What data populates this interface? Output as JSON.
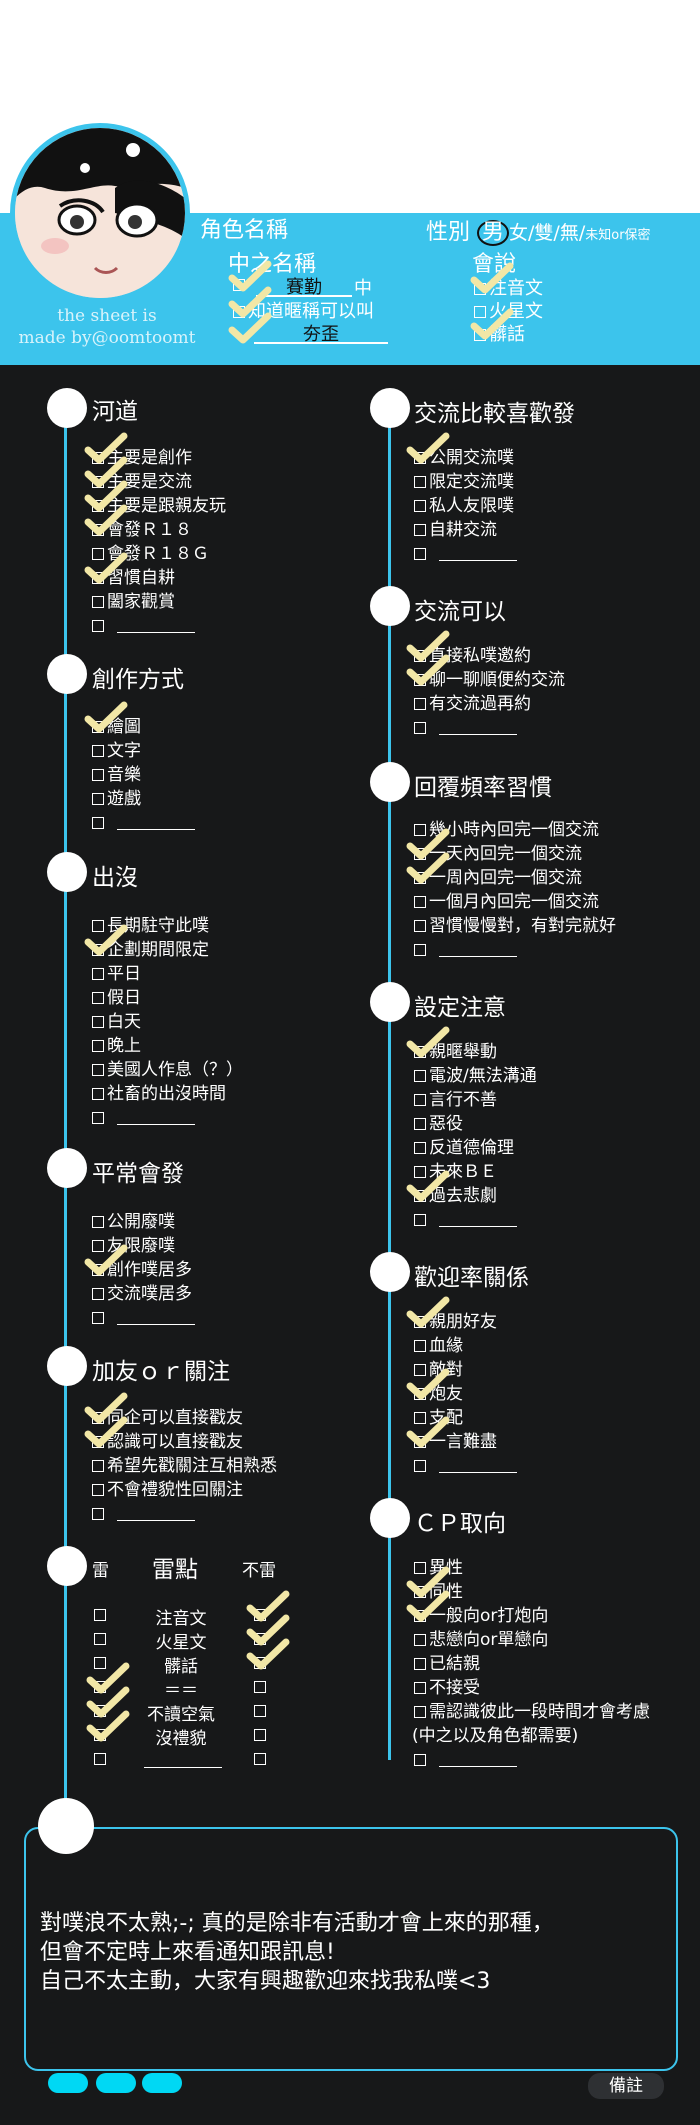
{
  "header": {
    "name_label": "角色名稱",
    "nickname_label": "中之名稱",
    "nickname_value": "賽勤",
    "nickname_suffix": "中",
    "ok_know_label": "知道暱稱可以叫",
    "ok_know_value": "夯歪",
    "gender_label": "性別",
    "gender_male": "男",
    "gender_rest": "女/雙/無/",
    "gender_unknown": "未知or保密",
    "speak_label": "會說",
    "speak_opts": [
      "注音文",
      "火星文",
      "髒話"
    ],
    "credit_1": "the sheet is",
    "credit_2": "made by@oomtoomt"
  },
  "sections": {
    "hedao": {
      "title": "河道",
      "opts": [
        "主要是創作",
        "主要是交流",
        "主要是跟親友玩",
        "會發Ｒ１８",
        "會發Ｒ１８Ｇ",
        "習慣自耕",
        "闔家觀賞"
      ]
    },
    "create": {
      "title": "創作方式",
      "opts": [
        "繪圖",
        "文字",
        "音樂",
        "遊戲"
      ]
    },
    "appear": {
      "title": "出沒",
      "opts": [
        "長期駐守此噗",
        "企劃期間限定",
        "平日",
        "假日",
        "白天",
        "晚上",
        "美國人作息（？）",
        "社畜的出沒時間"
      ]
    },
    "usual": {
      "title": "平常會發",
      "opts": [
        "公開廢噗",
        "友限廢噗",
        "創作噗居多",
        "交流噗居多"
      ]
    },
    "friend": {
      "title": "加友ｏｒ關注",
      "opts": [
        "同企可以直接戳友",
        "認識可以直接戳友",
        "希望先戳關注互相熟悉",
        "不會禮貌性回關注"
      ]
    },
    "talk_pref": {
      "title": "交流比較喜歡發",
      "opts": [
        "公開交流噗",
        "限定交流噗",
        "私人友限噗",
        "自耕交流"
      ]
    },
    "talk_ok": {
      "title": "交流可以",
      "opts": [
        "直接私噗邀約",
        "聊一聊順便約交流",
        "有交流過再約"
      ]
    },
    "reply": {
      "title": "回覆頻率習慣",
      "opts": [
        "幾小時內回完一個交流",
        "一天內回完一個交流",
        "一周內回完一個交流",
        "一個月內回完一個交流",
        "習慣慢慢對，有對完就好"
      ]
    },
    "setting": {
      "title": "設定注意",
      "opts": [
        "親暱舉動",
        "電波/無法溝通",
        "言行不善",
        "惡役",
        "反道德倫理",
        "未來ＢＥ",
        "過去悲劇"
      ]
    },
    "relation": {
      "title": "歡迎率關係",
      "opts": [
        "親朋好友",
        "血緣",
        "敵對",
        "炮友",
        "支配",
        "一言難盡"
      ]
    },
    "cp": {
      "title": "ＣＰ取向",
      "opts": [
        "異性",
        "同性",
        "一般向or打炮向",
        "悲戀向or單戀向",
        "已結親",
        "不接受",
        "需認識彼此一段時間才會考慮"
      ],
      "extra": "(中之以及角色都需要)"
    }
  },
  "landmine": {
    "title": "雷點",
    "left_head": "雷",
    "right_head": "不雷",
    "rows": [
      "注音文",
      "火星文",
      "髒話",
      "＝＝",
      "不讀空氣",
      "沒禮貌"
    ]
  },
  "note": {
    "line1": "對噗浪不太熟;-; 真的是除非有活動才會上來的那種，",
    "line2": "但會不定時上來看通知跟訊息!",
    "line3": "自己不太主動，大家有興趣歡迎來找我私噗<3",
    "remark": "備註"
  },
  "colors": {
    "accent": "#3cc4ec",
    "panel": "#171819",
    "check": "#f2e7a6",
    "pill": "#00d8f4"
  }
}
